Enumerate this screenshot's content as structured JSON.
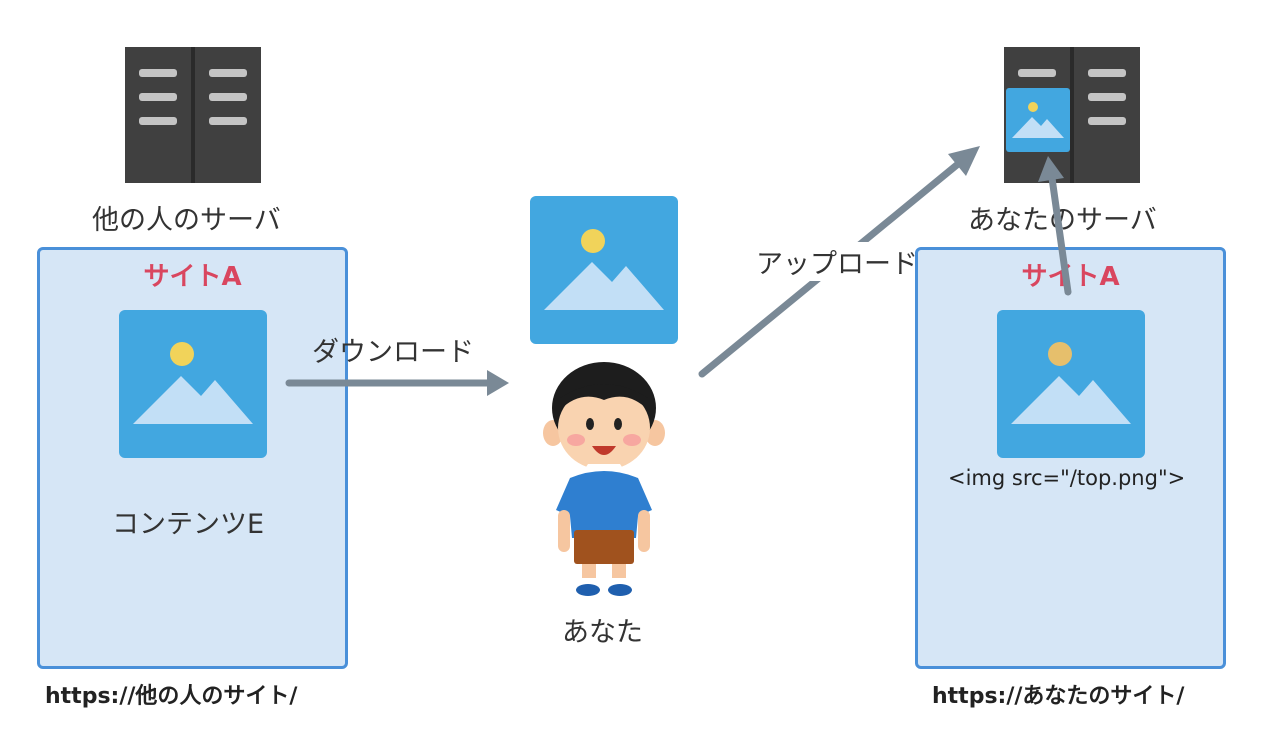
{
  "left": {
    "server_label": "他の人のサーバ",
    "site_title": "サイトA",
    "content_label": "コンテンツE",
    "url": "https://他の人のサイト/"
  },
  "center": {
    "download_label": "ダウンロード",
    "upload_label": "アップロード",
    "person_label": "あなた"
  },
  "right": {
    "server_label": "あなたのサーバ",
    "site_title": "サイトA",
    "code": "<img src=\"/top.png\">",
    "url": "https://あなたのサイト/"
  },
  "colors": {
    "server": "#404040",
    "site_bg": "#d6e6f6",
    "site_border": "#4a90d9",
    "site_title": "#d9465f",
    "image_bg": "#42a7e0",
    "arrow": "#7a8996"
  },
  "icons": [
    "server-icon",
    "image-icon",
    "person-icon",
    "arrow-icon"
  ]
}
